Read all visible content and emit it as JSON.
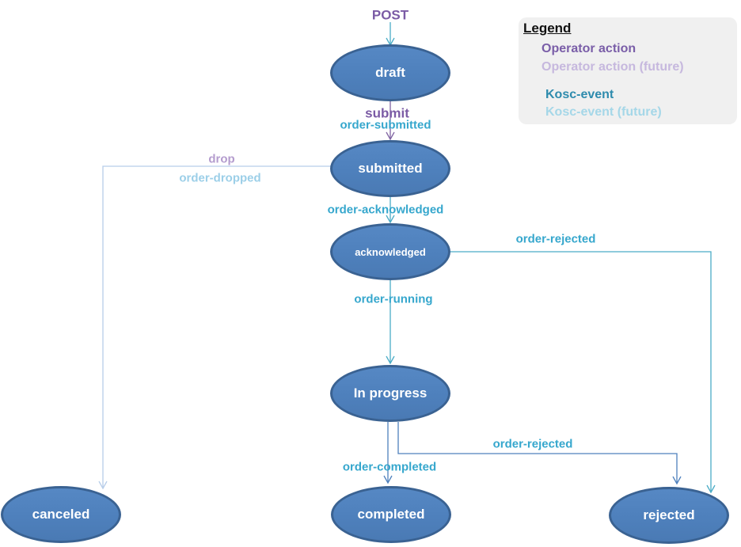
{
  "diagram": {
    "nodes": {
      "draft": {
        "label": "draft"
      },
      "submitted": {
        "label": "submitted"
      },
      "acknowledged": {
        "label": "acknowledged"
      },
      "in_progress": {
        "label": "In progress"
      },
      "canceled": {
        "label": "canceled"
      },
      "completed": {
        "label": "completed"
      },
      "rejected": {
        "label": "rejected"
      }
    },
    "edge_labels": {
      "post": "POST",
      "submit": "submit",
      "order_submitted": "order-submitted",
      "drop": "drop",
      "order_dropped": "order-dropped",
      "order_acknowledged": "order-acknowledged",
      "order_rejected_top": "order-rejected",
      "order_running": "order-running",
      "order_rejected_bottom": "order-rejected",
      "order_completed": "order-completed"
    }
  },
  "legend": {
    "title": "Legend",
    "items": [
      {
        "label": "Operator action",
        "color": "#7a5ea8"
      },
      {
        "label": "Operator action (future)",
        "color": "#c6b8de"
      },
      {
        "label": "Kosc-event",
        "color": "#2e8bad"
      },
      {
        "label": "Kosc-event (future)",
        "color": "#a5d7e8"
      }
    ]
  },
  "colors": {
    "node_fill": "#4e80bc",
    "node_border": "#3a6292",
    "node_text": "#ffffff",
    "action_label": "#7b5ba5",
    "action_label_future": "#b49cce",
    "event_label": "#36a7cd",
    "event_label_future": "#9ccfe8",
    "edge_teal": "#4bacc6",
    "edge_purple": "#8064a2",
    "edge_blue": "#4f81bd",
    "edge_pale": "#b7cde9",
    "legend_bg": "#f0f0f0"
  }
}
